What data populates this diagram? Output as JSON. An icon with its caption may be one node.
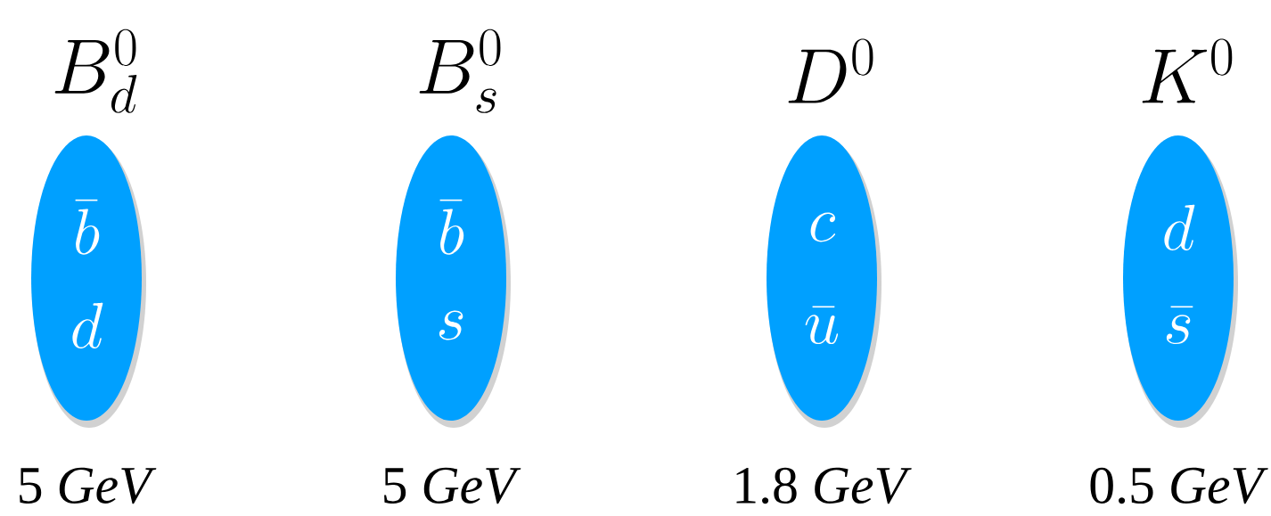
{
  "diagram": {
    "nodes": [
      {
        "text": [
          "B^0_d",
          "\\bar{b}",
          "d"
        ],
        "beside": [
          "5 *GeV*"
        ]
      },
      {
        "text": [
          "B^0_s",
          "\\bar{b}",
          "s"
        ],
        "beside": [
          "5 *GeV*"
        ]
      },
      {
        "text": [
          "D^0",
          "c",
          "\\bar{u}"
        ],
        "beside": [
          "1.8 *GeV*"
        ]
      },
      {
        "text": [
          "K^0",
          "d",
          "\\bar{s}"
        ],
        "beside": [
          "0.5 *GeV*"
        ]
      }
    ]
  }
}
